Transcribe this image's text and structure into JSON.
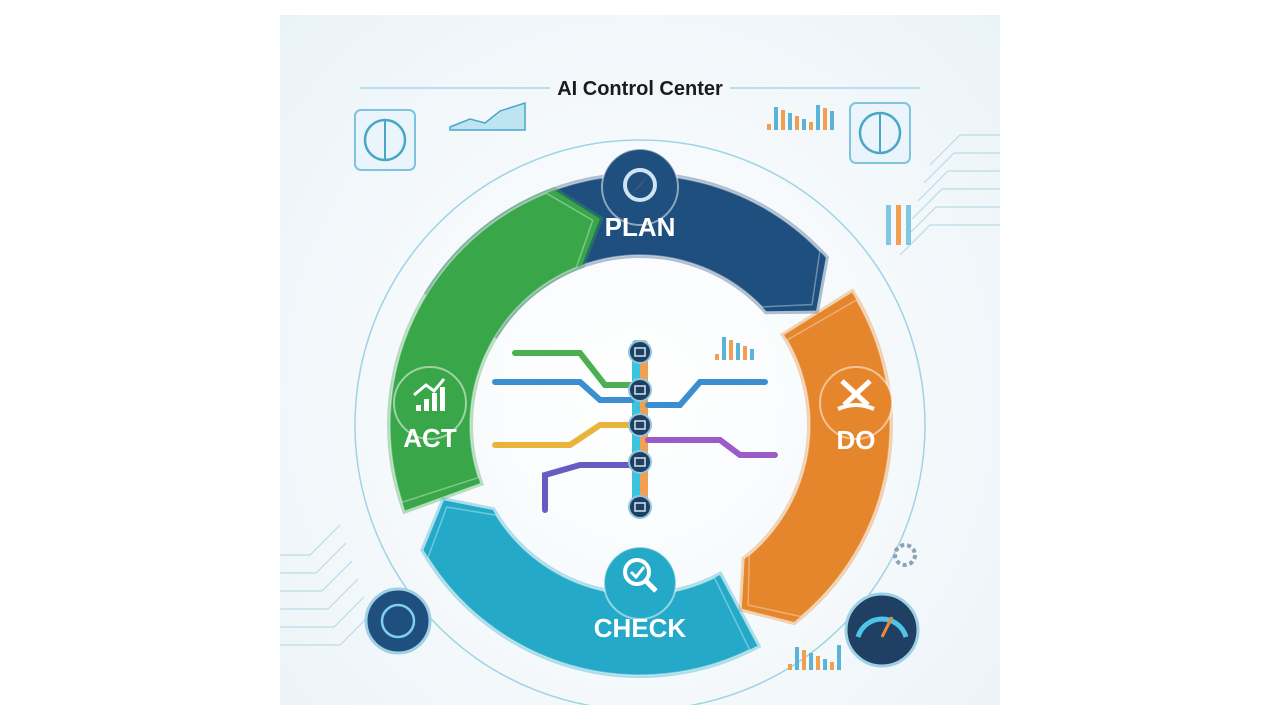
{
  "title": "AI Control Center",
  "stages": [
    {
      "label": "PLAN",
      "icon": "compass-gear-icon",
      "color": "#1f4f7e"
    },
    {
      "label": "DO",
      "icon": "tools-hand-icon",
      "color": "#e5862c"
    },
    {
      "label": "CHECK",
      "icon": "magnifier-check-icon",
      "color": "#25a9c9"
    },
    {
      "label": "ACT",
      "icon": "growth-chart-icon",
      "color": "#3aa64a"
    }
  ],
  "hub_nodes": [
    "database-icon",
    "chip-icon",
    "document-icon",
    "close-icon",
    "exit-icon"
  ],
  "corner_widgets": [
    "brain-icon",
    "brain-icon",
    "brain-icon",
    "gauge-icon",
    "gear-icon"
  ],
  "line_colors": [
    "#4caf50",
    "#3b8fd0",
    "#3b8fd0",
    "#e9b43a",
    "#9b5cc7",
    "#6a5bc3"
  ]
}
